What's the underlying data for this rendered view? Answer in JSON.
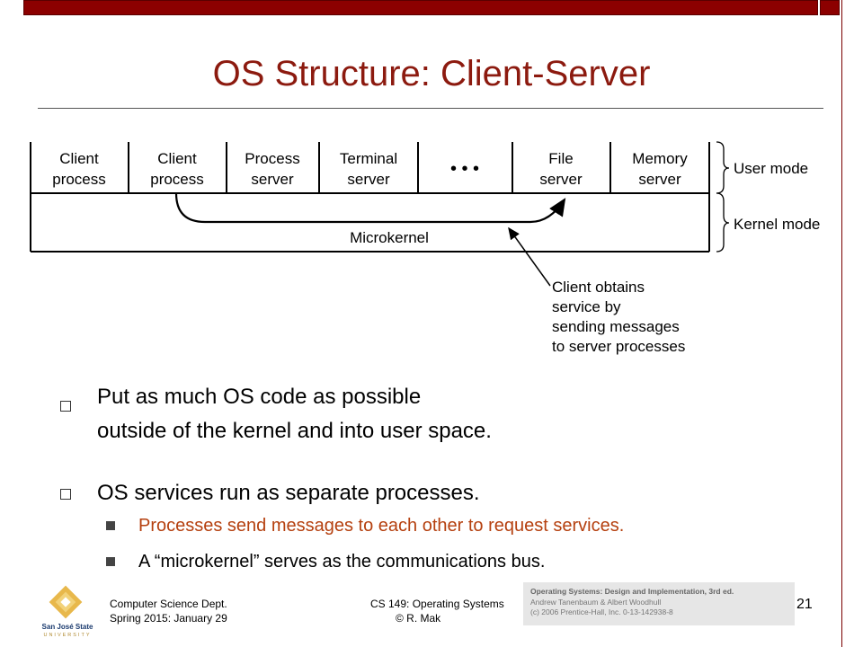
{
  "slide": {
    "title": "OS Structure: Client-Server",
    "page_number": "21"
  },
  "diagram": {
    "boxes": [
      {
        "line1": "Client",
        "line2": "process"
      },
      {
        "line1": "Client",
        "line2": "process"
      },
      {
        "line1": "Process",
        "line2": "server"
      },
      {
        "line1": "Terminal",
        "line2": "server"
      },
      {
        "line1": "• • •",
        "line2": ""
      },
      {
        "line1": "File",
        "line2": "server"
      },
      {
        "line1": "Memory",
        "line2": "server"
      }
    ],
    "kernel_label": "Microkernel",
    "user_mode": "User mode",
    "kernel_mode": "Kernel mode",
    "callout": [
      "Client obtains",
      "service by",
      "sending messages",
      "to server processes"
    ]
  },
  "bullets": [
    {
      "text1": "Put as much OS code as possible",
      "text2": "outside of the kernel and into user space."
    },
    {
      "text1": "OS services run as separate processes."
    }
  ],
  "subbullets": [
    {
      "text": "Processes send messages to each other to request services.",
      "color": "#b5400f"
    },
    {
      "text": "A “microkernel” serves as the communications bus.",
      "color": "#000000"
    }
  ],
  "footer": {
    "dept": "Computer Science Dept.",
    "term": "Spring 2015: January 29",
    "course": "CS 149: Operating Systems",
    "author": "© R. Mak",
    "credit_title": "Operating Systems: Design and Implementation, 3rd ed.",
    "credit_authors": "Andrew Tanenbaum & Albert Woodhull",
    "credit_copyright": "(c) 2006 Prentice-Hall, Inc. 0-13-142938-8",
    "logo_text1": "San José State",
    "logo_text2": "UNIVERSITY"
  },
  "colors": {
    "title": "#8c1a0f",
    "accent_bar": "#8c0000"
  }
}
